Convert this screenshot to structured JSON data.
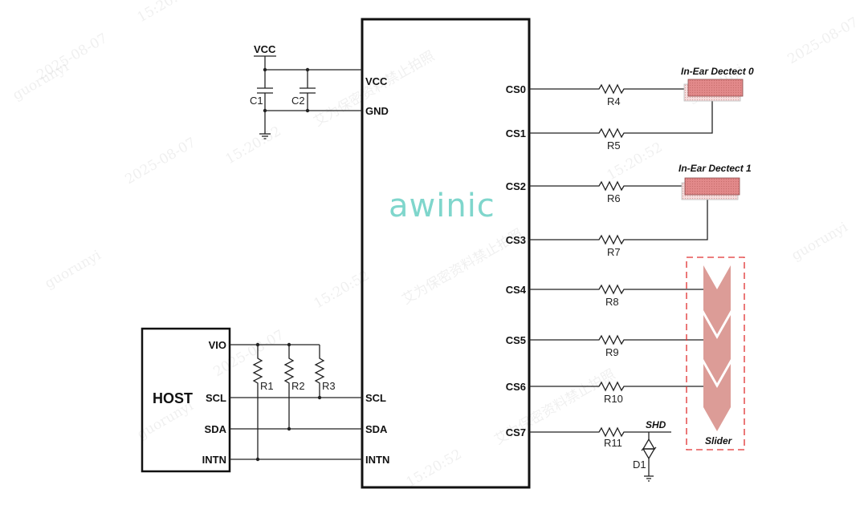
{
  "logo": "awinic",
  "power": {
    "vcc_label": "VCC",
    "caps": [
      "C1",
      "C2"
    ]
  },
  "ic": {
    "left_pins": [
      "VCC",
      "GND",
      "SCL",
      "SDA",
      "INTN"
    ],
    "right_pins": [
      "CS0",
      "CS1",
      "CS2",
      "CS3",
      "CS4",
      "CS5",
      "CS6",
      "CS7"
    ]
  },
  "host": {
    "title": "HOST",
    "pins": [
      "VIO",
      "SCL",
      "SDA",
      "INTN"
    ],
    "pullups": [
      "R1",
      "R2",
      "R3"
    ]
  },
  "series_resistors": [
    "R4",
    "R5",
    "R6",
    "R7",
    "R8",
    "R9",
    "R10",
    "R11"
  ],
  "pads": {
    "in_ear_0": "In-Ear Dectect 0",
    "in_ear_1": "In-Ear Dectect 1",
    "slider": "Slider",
    "shield": "SHD",
    "diode": "D1"
  },
  "colors": {
    "pad_fill": "#e08a8a",
    "slider_fill": "#dc9c97",
    "slider_border": "#e03030",
    "logo": "#7fd6cc"
  },
  "watermark": {
    "user": "guorunyi",
    "date": "2025-08-07",
    "time": "15:20:52",
    "notice": "艾为保密资料禁止拍照"
  }
}
